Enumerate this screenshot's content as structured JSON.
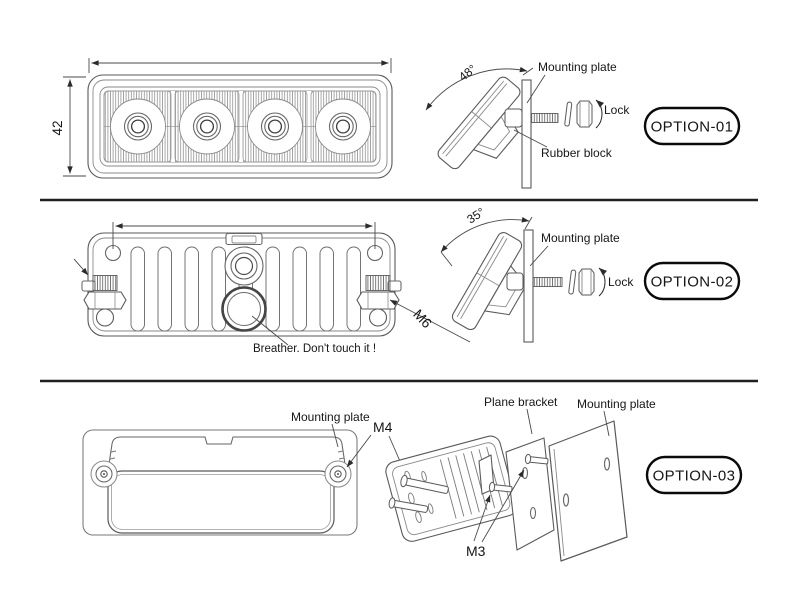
{
  "front_view": {
    "height_dim": "42"
  },
  "option1": {
    "angle": "48°",
    "mounting_plate": "Mounting plate",
    "lock": "Lock",
    "rubber_block": "Rubber block",
    "badge": "OPTION-01"
  },
  "back_view": {
    "breather_note": "Breather. Don't touch it !",
    "bolt_size": "M6"
  },
  "option2": {
    "angle": "35°",
    "mounting_plate": "Mounting plate",
    "lock": "Lock",
    "badge": "OPTION-02"
  },
  "option3": {
    "mounting_plate_left": "Mounting plate",
    "m4": "M4",
    "plane_bracket": "Plane bracket",
    "mounting_plate_right": "Mounting plate",
    "m3": "M3",
    "badge": "OPTION-03"
  },
  "colors": {
    "line": "#5a5a5a",
    "divider": "#1f1f1f",
    "text": "#161616",
    "background": "#ffffff"
  }
}
